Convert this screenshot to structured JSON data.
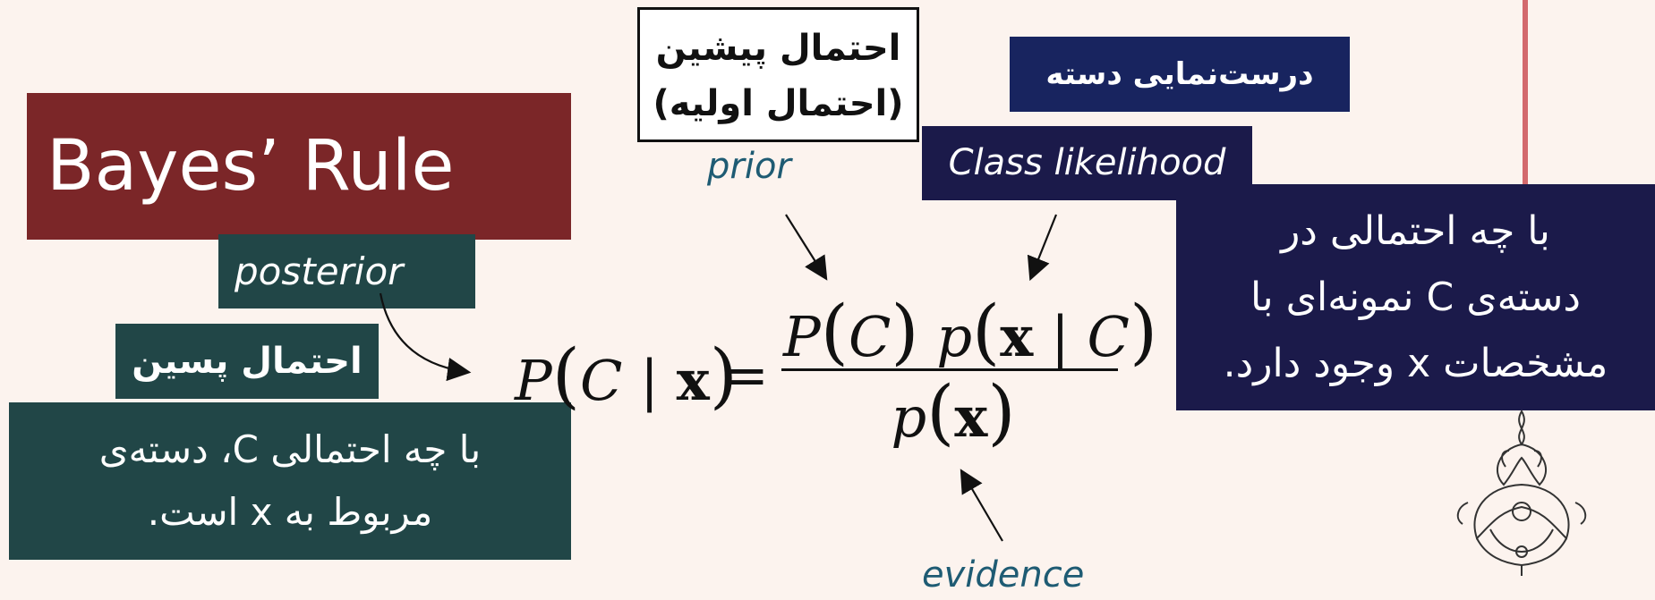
{
  "title": "Bayes’ Rule",
  "posterior": {
    "label": "posterior",
    "persian_label": "احتمال پسین",
    "description_line1": "با چه احتمالی C، دسته‌ی",
    "description_line2": "مربوط به x است."
  },
  "prior": {
    "persian_line1": "احتمال پیشین",
    "persian_line2": "(احتمال اولیه)",
    "label": "prior"
  },
  "likelihood": {
    "persian_label": "درست‌نمایی دسته",
    "label": "Class likelihood",
    "description_line1": "با چه احتمالی در",
    "description_line2": "دسته‌ی C نمونه‌ای با",
    "description_line3": "مشخصات x وجود دارد."
  },
  "evidence": {
    "label": "evidence"
  },
  "formula": {
    "P": "P",
    "C": "C",
    "bar": "|",
    "x": "x",
    "p": "p",
    "equals": "=",
    "open_paren": "(",
    "close_paren": ")"
  },
  "colors": {
    "background": "#fcf3ee",
    "title_box": "#7b2628",
    "posterior_boxes": "#214647",
    "likelihood_boxes": "#1b1a4a",
    "likelihood_fa_box": "#18245f",
    "label_text": "#1e5b73",
    "accent_line": "#d3696d"
  }
}
